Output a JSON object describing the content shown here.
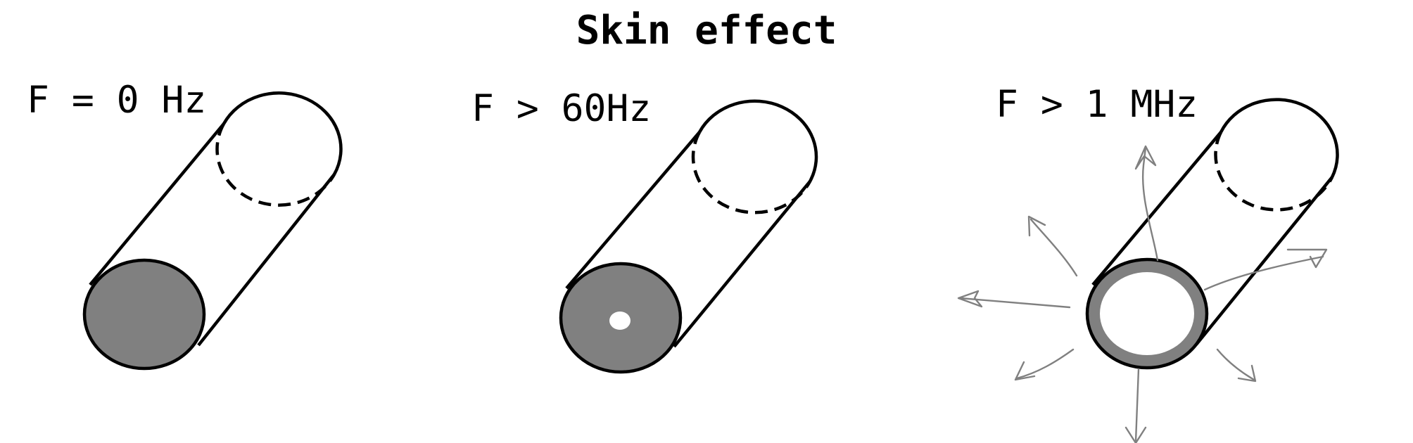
{
  "title": "Skin effect",
  "panels": [
    {
      "label": "F = 0 Hz",
      "conduction": "full cross-section"
    },
    {
      "label": "F > 60Hz",
      "conduction": "reduced at centre"
    },
    {
      "label": "F > 1 MHz",
      "conduction": "outer ring only"
    }
  ],
  "colors": {
    "conductor_fill": "#808080",
    "outline": "#000000",
    "field_arrows": "#808080",
    "background": "#ffffff"
  }
}
